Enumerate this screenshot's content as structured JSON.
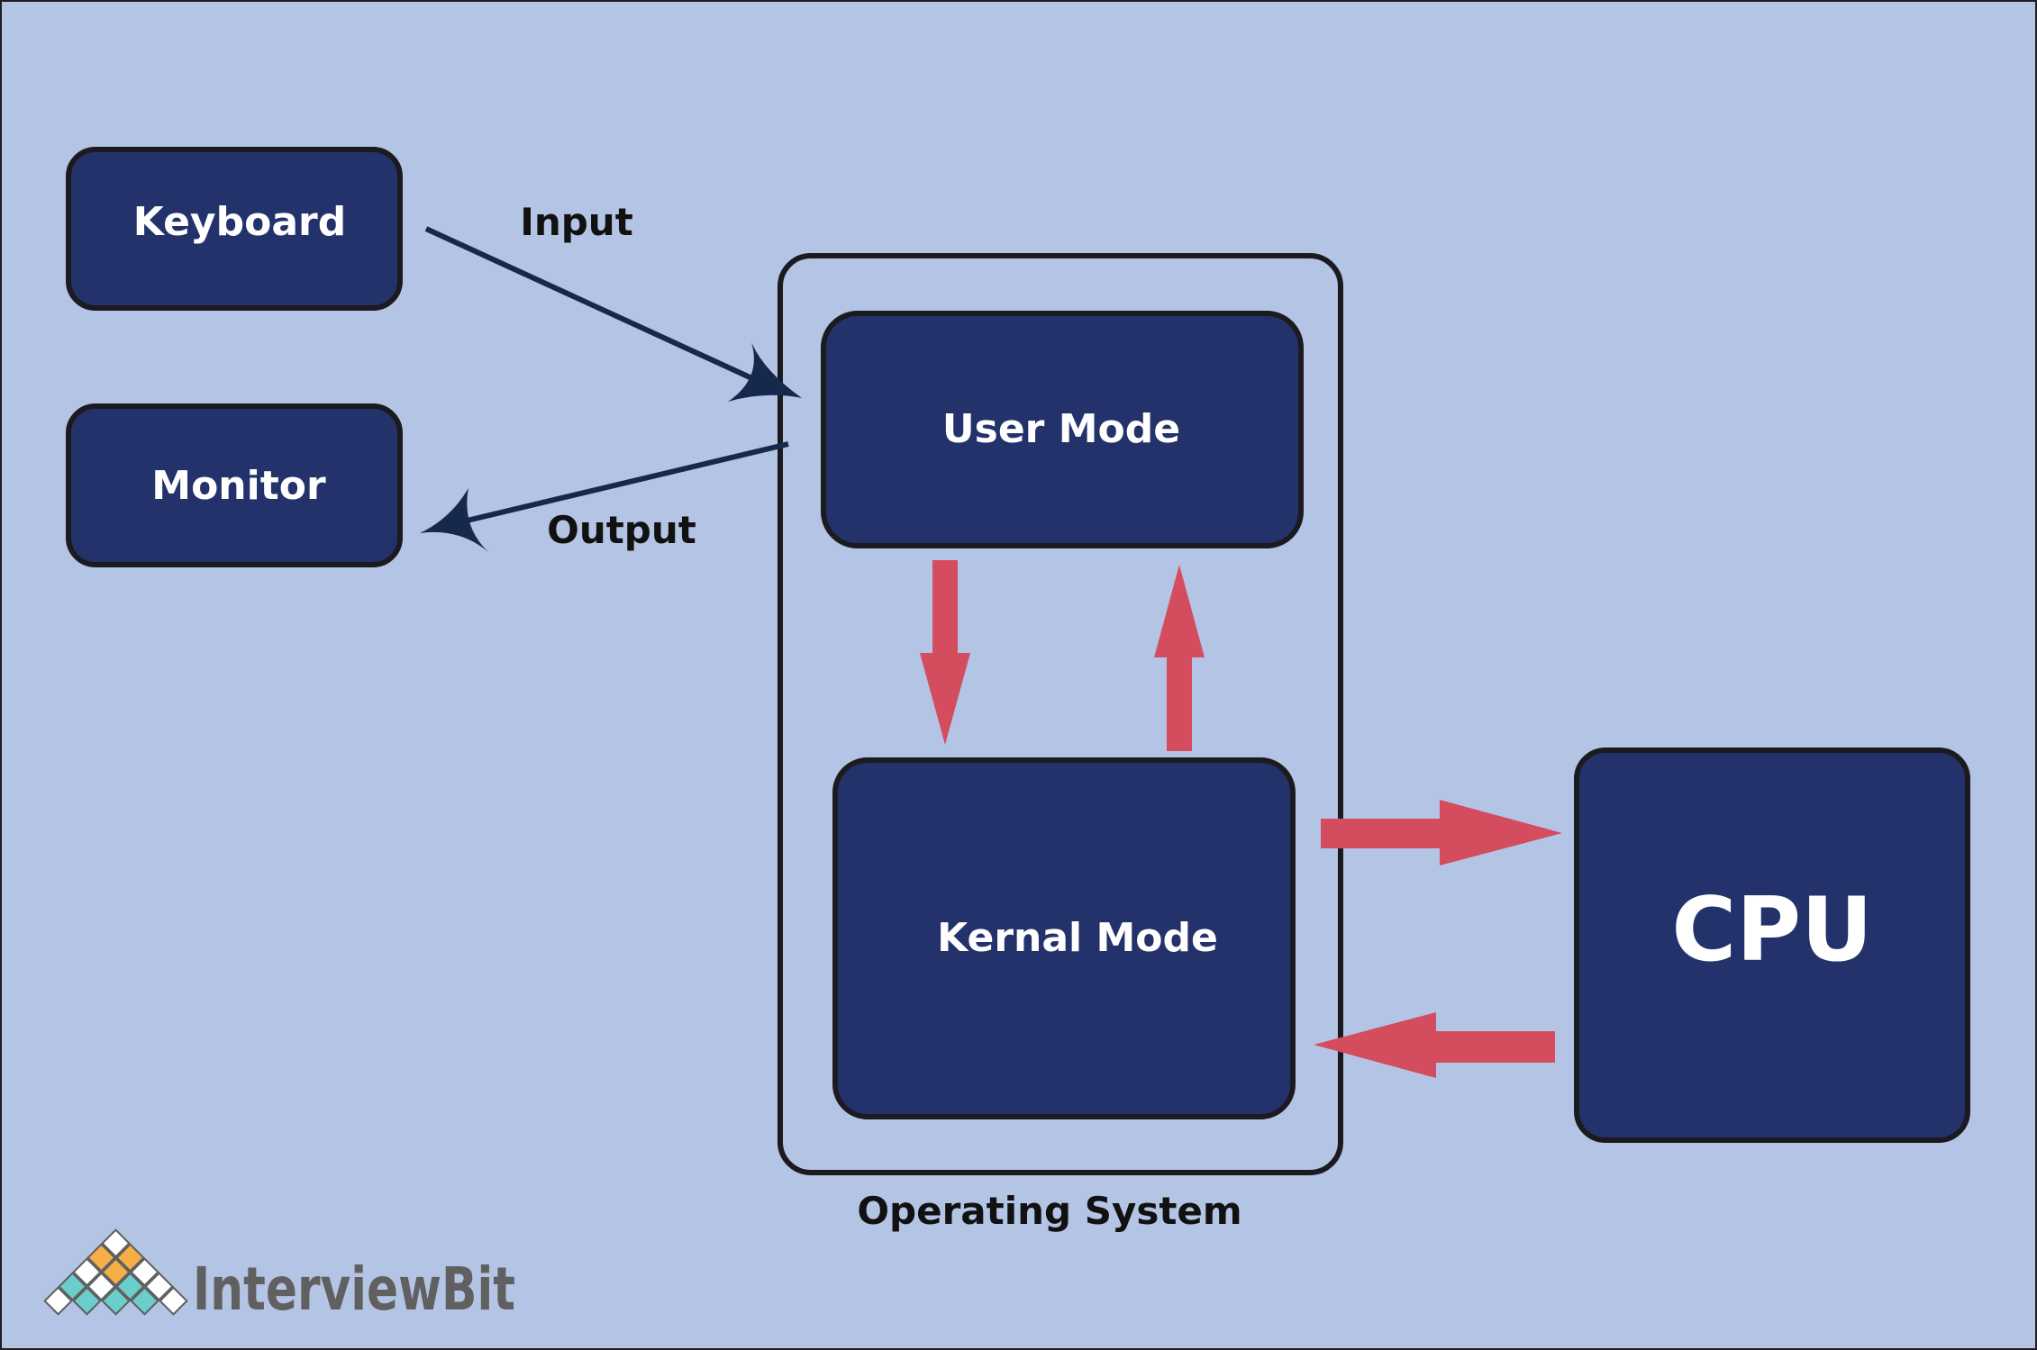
{
  "diagram": {
    "nodes": {
      "keyboard": "Keyboard",
      "monitor": "Monitor",
      "user_mode": "User Mode",
      "kernel_mode": "Kernal Mode",
      "cpu": "CPU"
    },
    "edges": {
      "input": "Input",
      "output": "Output"
    },
    "group_label": "Operating System"
  },
  "branding": {
    "logo_text": "InterviewBit"
  },
  "colors": {
    "background": "#b4c4e5",
    "node_fill": "#24326b",
    "node_border": "#1b1b1f",
    "node_text": "#ffffff",
    "arrow_dark": "#17284d",
    "arrow_red": "#d44d5f",
    "label_text": "#111111",
    "logo_text": "#606060",
    "logo_orange": "#f6ae46",
    "logo_teal": "#6bcdcc"
  }
}
